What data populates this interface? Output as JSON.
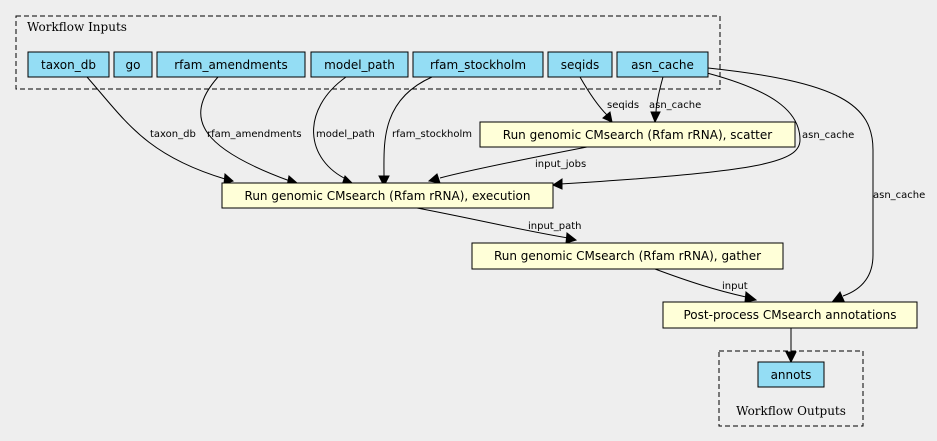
{
  "clusters": {
    "inputs": {
      "label": "Workflow Inputs"
    },
    "outputs": {
      "label": "Workflow Outputs"
    }
  },
  "inputs": {
    "taxon_db": "taxon_db",
    "go": "go",
    "rfam_amendments": "rfam_amendments",
    "model_path": "model_path",
    "rfam_stockholm": "rfam_stockholm",
    "seqids": "seqids",
    "asn_cache": "asn_cache"
  },
  "steps": {
    "scatter": "Run genomic CMsearch (Rfam rRNA), scatter",
    "execution": "Run genomic CMsearch (Rfam rRNA), execution",
    "gather": "Run genomic CMsearch (Rfam rRNA), gather",
    "postprocess": "Post-process CMsearch annotations"
  },
  "outputs": {
    "annots": "annots"
  },
  "edge_labels": {
    "taxon_db": "taxon_db",
    "rfam_amendments": "rfam_amendments",
    "model_path": "model_path",
    "rfam_stockholm": "rfam_stockholm",
    "seqids": "seqids",
    "asn_cache_scatter": "asn_cache",
    "asn_cache_execution": "asn_cache",
    "asn_cache_postprocess": "asn_cache",
    "input_jobs": "input_jobs",
    "input_path": "input_path",
    "input": "input"
  },
  "colors": {
    "background": "#eeeeee",
    "io_node": "#94ddf4",
    "step_node": "#ffffd8"
  }
}
